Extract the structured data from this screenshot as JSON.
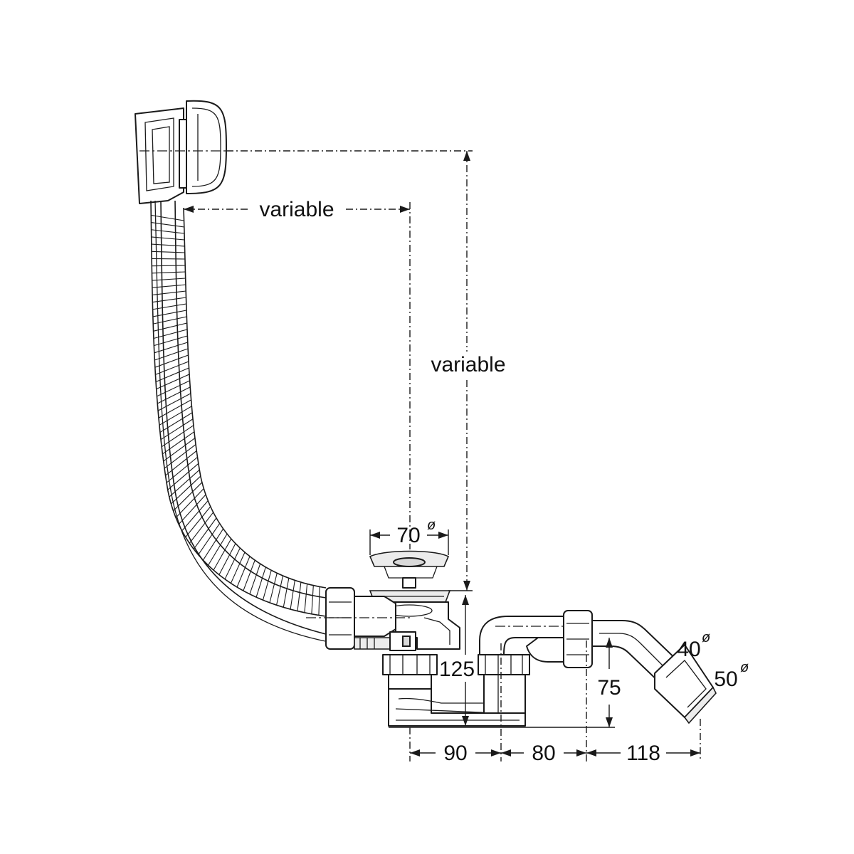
{
  "dimensions": {
    "horizontal_overflow_to_waste": "variable",
    "vertical_overflow_to_waste": "variable",
    "plug_diameter": "70",
    "plug_diameter_symbol": "ø",
    "trap_height": "125",
    "outlet_height": "75",
    "outlet_inner_diameter": "40",
    "outlet_inner_diameter_symbol": "ø",
    "outlet_outer_diameter": "50",
    "outlet_outer_diameter_symbol": "ø",
    "bottom_dim_1": "90",
    "bottom_dim_2": "80",
    "bottom_dim_3": "118"
  }
}
